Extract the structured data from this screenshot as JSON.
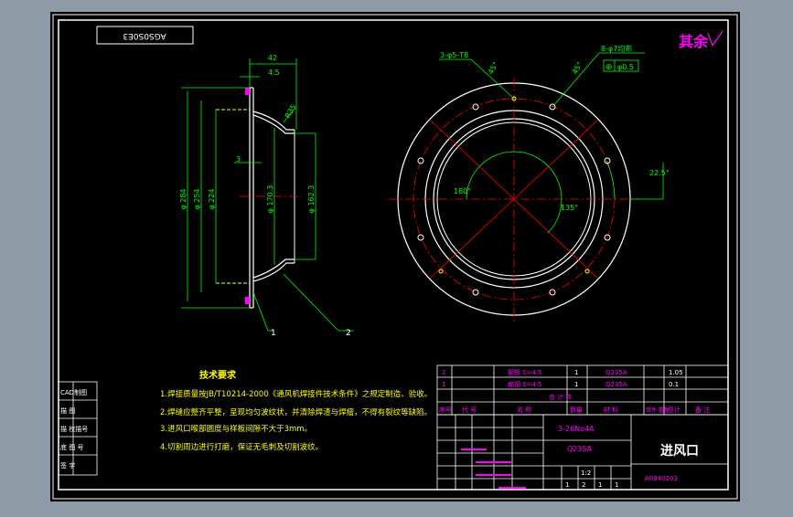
{
  "drawing": {
    "stamp_top_left": "AGS0S0E3",
    "remaining_roughness": "其余",
    "title": "进风口",
    "drawing_number": "A0940203",
    "model": "3-26No4A",
    "material": "Q235A",
    "scale": "1:2",
    "sheet_marks": [
      "1",
      "2",
      "1",
      "1"
    ]
  },
  "side_view": {
    "dim_width": "42",
    "dim_flange": "4.5",
    "dim_wall": "3",
    "dim_radius": "R35",
    "dia_1": "φ 284",
    "dia_2": "φ 254",
    "dia_3": "φ 224",
    "dia_4": "φ 170.3",
    "dia_5": "φ 162.3",
    "callout_1": "1",
    "callout_2": "2"
  },
  "front_view": {
    "hole_note": "3-φ5-T8",
    "position_note": "8-φ7均布",
    "tolerance_symbol": "⊕",
    "tolerance_value": "φ0.5",
    "angle_45a": "45°",
    "angle_45b": "45°",
    "angle_225": "22.5°",
    "angle_180": "180°",
    "angle_135": "135°"
  },
  "tech_requirements": {
    "title": "技术要求",
    "lines": [
      "1.焊接质量按JB/T10214-2000《通风机焊接件技术条件》之规定制造、验收。",
      "2.焊缝应整齐平整，呈现均匀波纹状，并清除焊渣与焊瘤，不得有裂纹等缺陷。",
      "3.进风口喉部圆度与样板间隙不大于3mm。",
      "4.切割周边进行打磨，保证无毛刺及切割波纹。"
    ]
  },
  "bom": {
    "rows": [
      {
        "no": "2",
        "name": "钢板 δ=4.5",
        "qty": "1",
        "material": "Q235A",
        "weight": "1.05"
      },
      {
        "no": "1",
        "name": "扁钢 δ=4.5",
        "qty": "1",
        "material": "Q235A",
        "weight": "0.1"
      }
    ],
    "header_label": "合 计 件",
    "headers": [
      "序号",
      "代 号",
      "名 称",
      "数量",
      "材 料",
      "单件 重量",
      "总计",
      "备 注"
    ]
  },
  "side_panel": {
    "labels": [
      "CAD制图",
      "描 图",
      "描 校描号",
      "底 图 号",
      "签 字"
    ]
  },
  "colors": {
    "bg": "#000000",
    "frame": "#ffffff",
    "outline": "#ffffff",
    "dimension": "#00ff00",
    "center": "#ff0000",
    "hidden": "#ffff00",
    "text_yellow": "#ffff00",
    "accent_magenta": "#ff00ff"
  }
}
